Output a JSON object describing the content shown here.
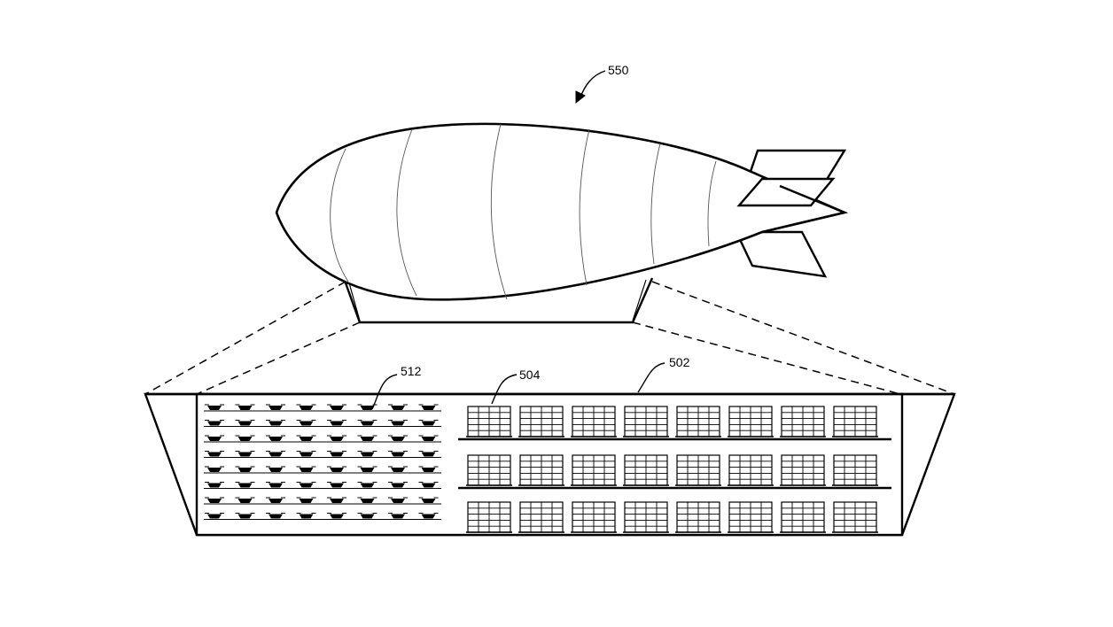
{
  "figure": {
    "reference_numerals": {
      "airship": "550",
      "fulfillment_center": "502",
      "inventory": "504",
      "uav_storage": "512"
    },
    "uav_storage": {
      "rows": 8,
      "columns": 8
    },
    "inventory_racks": {
      "tiers": 3,
      "racks_per_tier": 8
    },
    "colors": {
      "line": "#000000",
      "background": "#ffffff"
    }
  }
}
